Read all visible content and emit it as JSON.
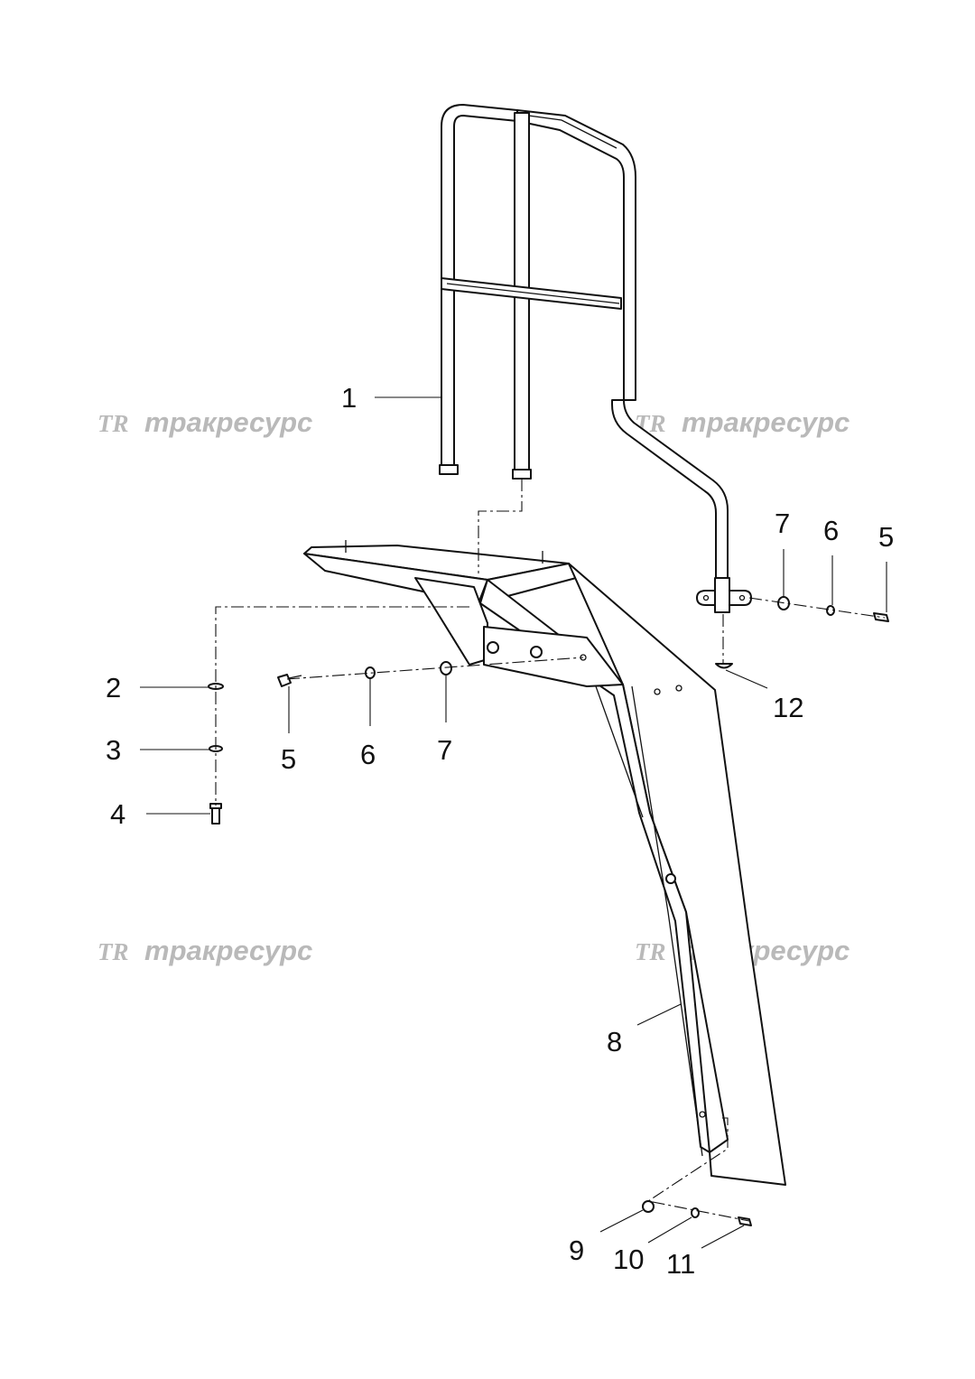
{
  "watermark": {
    "brand_mark": "TR",
    "brand_text": "тракресурс"
  },
  "callouts": [
    {
      "id": "1",
      "label": "1"
    },
    {
      "id": "2",
      "label": "2"
    },
    {
      "id": "3",
      "label": "3"
    },
    {
      "id": "4",
      "label": "4"
    },
    {
      "id": "5a",
      "label": "5"
    },
    {
      "id": "6a",
      "label": "6"
    },
    {
      "id": "7a",
      "label": "7"
    },
    {
      "id": "5b",
      "label": "5"
    },
    {
      "id": "6b",
      "label": "6"
    },
    {
      "id": "7b",
      "label": "7"
    },
    {
      "id": "8",
      "label": "8"
    },
    {
      "id": "9",
      "label": "9"
    },
    {
      "id": "10",
      "label": "10"
    },
    {
      "id": "11",
      "label": "11"
    },
    {
      "id": "12",
      "label": "12"
    }
  ],
  "colors": {
    "line": "#111111",
    "watermark": "#b9b9b9",
    "background": "#ffffff"
  }
}
